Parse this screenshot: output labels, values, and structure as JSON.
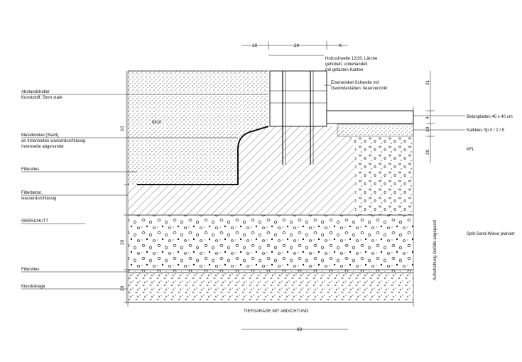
{
  "labels": {
    "left": {
      "abstandshalter_1": "Abstandshalter",
      "abstandshalter_2": "Kunststoff, 5mm stark",
      "metallwinkel_1": "Metallwinkel (Stahl),",
      "metallwinkel_2": "an Innenseiten wasserdurchlässig",
      "metallwinkel_3": "Innenseite abgerundet",
      "filtervlies": "Filtervlies",
      "filterbeton_1": "Filterbeton,",
      "filterbeton_2": "wasserdurchlässig",
      "siebschutt": "SIEBSCHUTT",
      "filtervlies2": "Filtervlies",
      "kiesdranage": "Kiesdränage"
    },
    "top": {
      "holzschwelle_1": "Holzschwelle 12/20, Lärche",
      "holzschwelle_2": "gehobelt, unbehandelt",
      "holzschwelle_3": "mit gefasten Kanten",
      "eisenwinkel_1": "Eisenwinkel-Schwelle mit",
      "eisenwinkel_2": "Gewindestäben, feuerverzinkt"
    },
    "right": {
      "betonplatten": "Betonplatten 40 x 40 cm",
      "kalkkies": "Kalkkies Sp 0 / 2 / 5",
      "kfl": "KFL",
      "splitt": "Split-Sand-Wiese planiert"
    },
    "inner": "8810",
    "vertical_right": "Aufschüttung Gefälle angepasst",
    "bottom_caption": "TIEFGARAGE MIT ABDICHTUNG"
  },
  "dimensions": {
    "top_left": "10",
    "top_mid": "20",
    "top_right": "K",
    "bottom": "60",
    "left_1": "10",
    "left_2": "20",
    "left_3": "20",
    "right_1": "21",
    "right_2": "4",
    "right_3": "10",
    "right_4": "20"
  }
}
